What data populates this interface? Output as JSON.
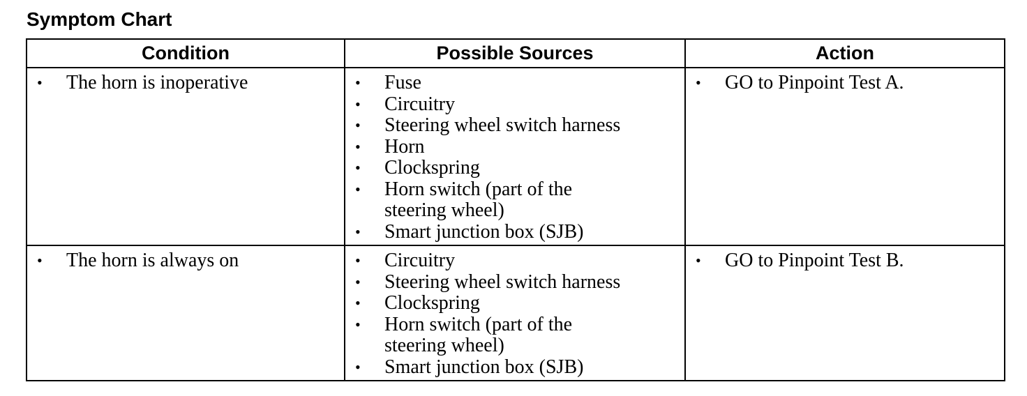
{
  "title": "Symptom Chart",
  "headers": {
    "condition": "Condition",
    "sources": "Possible Sources",
    "action": "Action"
  },
  "bullet": "•",
  "rows": [
    {
      "condition": "The horn is inoperative",
      "sources": [
        "Fuse",
        "Circuitry",
        "Steering wheel switch harness",
        "Horn",
        "Clockspring",
        "Horn switch (part of the\nsteering wheel)",
        "Smart junction box (SJB)"
      ],
      "action": "GO to Pinpoint Test A."
    },
    {
      "condition": "The horn is always on",
      "sources": [
        "Circuitry",
        "Steering wheel switch harness",
        "Clockspring",
        "Horn switch (part of the\nsteering wheel)",
        "Smart junction box (SJB)"
      ],
      "action": "GO to Pinpoint Test B."
    }
  ]
}
